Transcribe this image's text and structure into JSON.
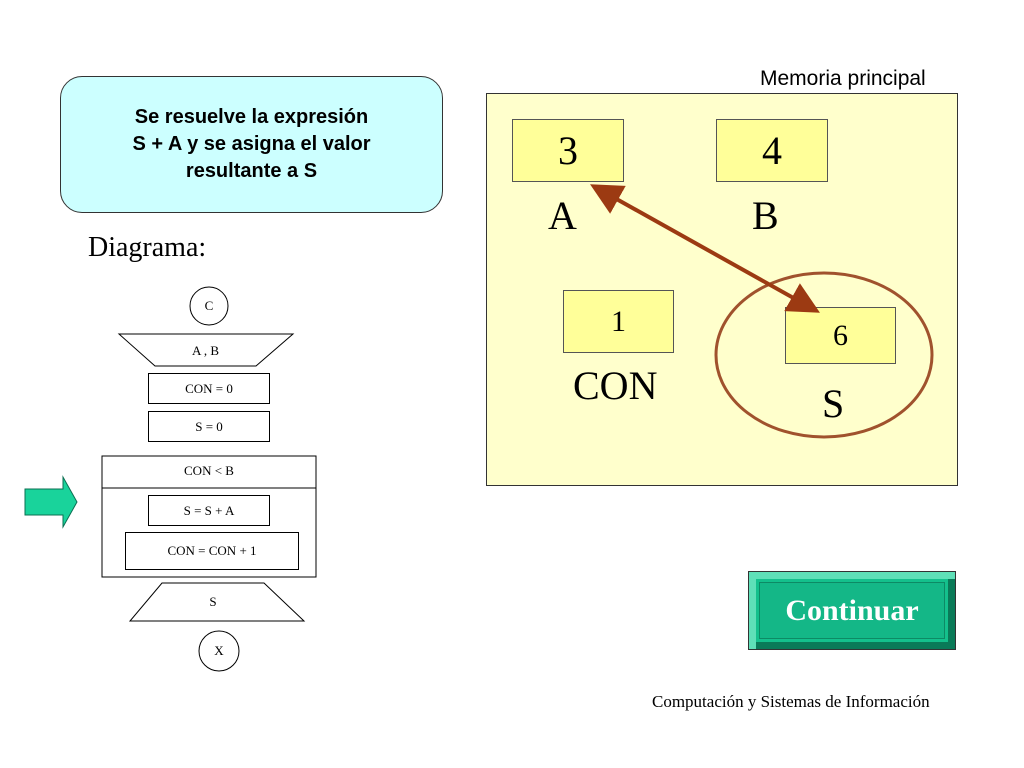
{
  "callout": {
    "line1": "Se resuelve la expresión",
    "line2": "S + A  y se asigna el valor",
    "line3": "resultante a S"
  },
  "diagram_label": "Diagrama:",
  "memory": {
    "title": "Memoria principal",
    "variables": [
      {
        "name": "A",
        "value": "3"
      },
      {
        "name": "B",
        "value": "4"
      },
      {
        "name": "CON",
        "value": "1"
      },
      {
        "name": "S",
        "value": "6"
      }
    ],
    "colors": {
      "panel": "#ffffcc",
      "cell": "#ffff99",
      "arrow": "#9c3a12",
      "circle": "#a0522d"
    }
  },
  "flowchart": {
    "start": "C",
    "input": "A , B",
    "init_con": "CON = 0",
    "init_s": "S = 0",
    "loop_condition": "CON < B",
    "loop_sum": "S = S + A",
    "loop_increment": "CON = CON + 1",
    "output": "S",
    "end": "X",
    "pointer_color": "#19d39b"
  },
  "buttons": {
    "continue": "Continuar"
  },
  "footer": "Computación y Sistemas de Información"
}
